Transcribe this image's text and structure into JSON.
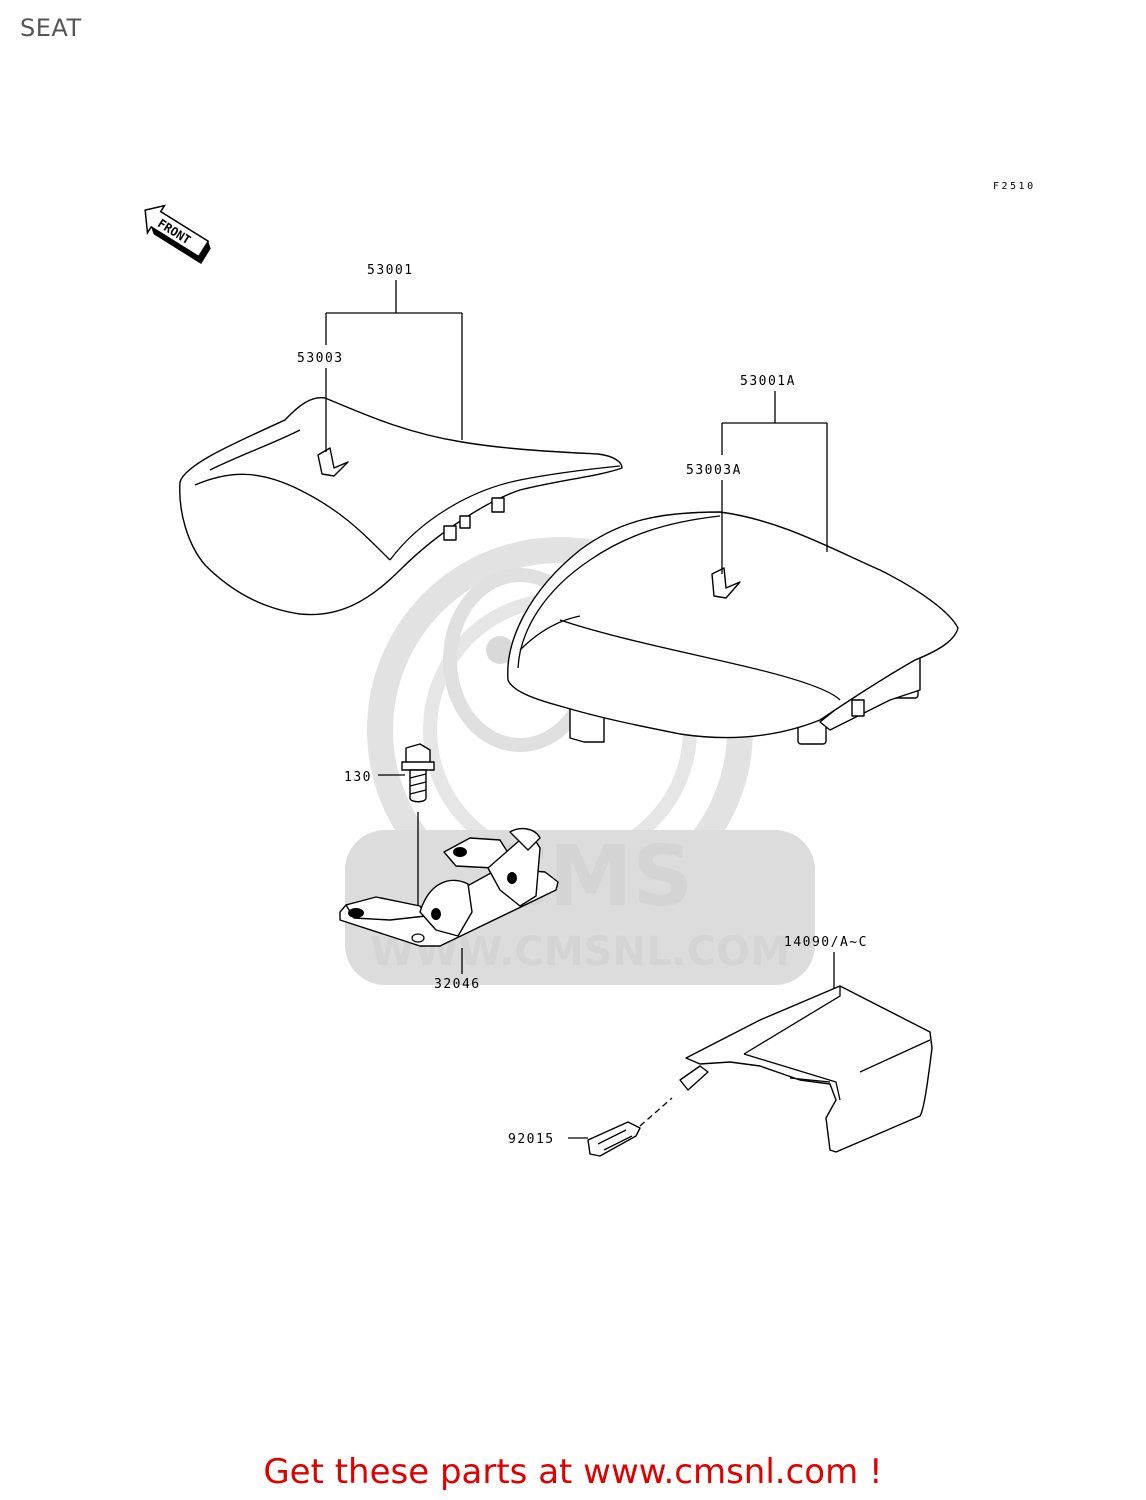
{
  "page": {
    "title": "SEAT",
    "figure_code": "F2510",
    "front_label": "FRONT"
  },
  "callouts": {
    "front_seat_assy": "53001",
    "front_seat_cover": "53003",
    "rear_seat_assy": "53001A",
    "rear_seat_cover": "53003A",
    "bolt": "130",
    "bracket": "32046",
    "seat_cover_cowl": "14090/A~C",
    "clip": "92015"
  },
  "watermark": {
    "brand": "CMS",
    "url": "WWW.CMSNL.COM"
  },
  "promo": {
    "text": "Get these parts at www.cmsnl.com !",
    "color": "#e00000"
  }
}
